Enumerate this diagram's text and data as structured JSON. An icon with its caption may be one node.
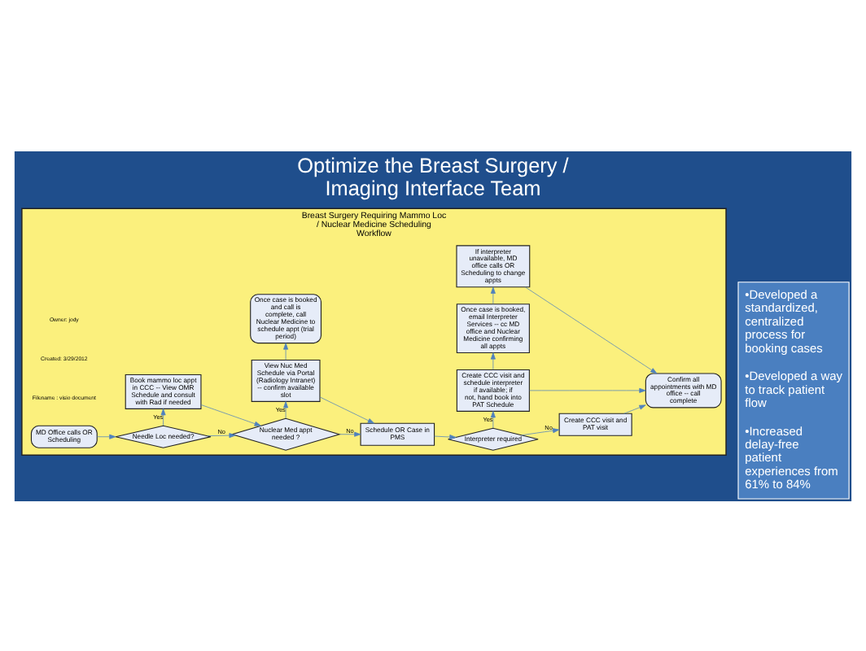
{
  "diagram": {
    "title": "Optimize the Breast Surgery / Imaging Interface Team",
    "nodes": [
      {
        "text": [
          "Breast Surgery Requiring Mammo Loc / Nuclear Medicine Scheduling Workflow"
        ]
      },
      {
        "text": [
          "MD Office calls OR Scheduling"
        ],
        "in": 0
      },
      {
        "text": [
          "Needle Loc needed?"
        ],
        "in": 0
      },
      {
        "text": [
          "Book mammo loc appt in CCC -- View OMR Schedule and consult with Rad if needed"
        ],
        "in": 0
      },
      {
        "text": [
          "Nuclear Med appt needed ?"
        ],
        "in": 0
      },
      {
        "text": [
          "View Nuc Med Schedule via Portal (Radiology Intranet) -- confirm available slot"
        ],
        "in": 0
      },
      {
        "text": [
          "Once case is booked and call is complete, call Nuclear Medicine to schedule appt (trial period)"
        ],
        "in": 0
      },
      {
        "text": [
          "Schedule OR Case in PMS"
        ],
        "in": 0
      },
      {
        "text": [
          "Interpreter required"
        ],
        "in": 0
      },
      {
        "text": [
          "Create CCC visit and PAT visit"
        ],
        "in": 0
      },
      {
        "text": [
          "Confirm all appointments with MD office -- call complete"
        ],
        "in": 0
      },
      {
        "text": [
          "Create CCC visit and schedule interpreter if available; if not, hand book into PAT Schedule"
        ],
        "in": 0
      },
      {
        "text": [
          "Once case is booked, email Interpreter Services -- cc MD office and Nuclear Medicine confirming all appts"
        ],
        "in": 0
      },
      {
        "text": [
          "If interpreter unavailable, MD office calls OR Scheduling to change appts"
        ],
        "in": 0
      },
      {
        "text": [
          "•Developed a standardized, centralized process for booking cases",
          "•Developed a way to track patient flow",
          "•Increased delay-free patient experiences from 61% to 84%"
        ]
      }
    ],
    "edges": [
      {
        "from": 1,
        "to": 2,
        "arrow": "to"
      },
      {
        "from": 2,
        "to": 4,
        "arrow": "to",
        "label": "No"
      },
      {
        "from": 2,
        "to": 3,
        "arrow": "to",
        "label": "Yes"
      },
      {
        "from": 3,
        "to": 4,
        "arrow": "to"
      },
      {
        "from": 4,
        "to": 5,
        "arrow": "to",
        "label": "Yes"
      },
      {
        "from": 5,
        "to": 6,
        "arrow": "to"
      },
      {
        "from": 5,
        "to": 7,
        "arrow": "to"
      },
      {
        "from": 4,
        "to": 7,
        "arrow": "to",
        "label": "No"
      },
      {
        "from": 7,
        "to": 8,
        "arrow": "to"
      },
      {
        "from": 8,
        "to": 9,
        "arrow": "to",
        "label": "No"
      },
      {
        "from": 9,
        "to": 10,
        "arrow": "to"
      },
      {
        "from": 8,
        "to": 11,
        "arrow": "to",
        "label": "Yes"
      },
      {
        "from": 11,
        "to": 12,
        "arrow": "to"
      },
      {
        "from": 12,
        "to": 13,
        "arrow": "to"
      },
      {
        "from": 11,
        "to": 10,
        "arrow": "to"
      },
      {
        "from": 13,
        "to": 10,
        "arrow": "to"
      }
    ],
    "labels": [
      "Filename : visio document",
      "Created: 3/29/2012",
      "Owner: jody"
    ]
  }
}
